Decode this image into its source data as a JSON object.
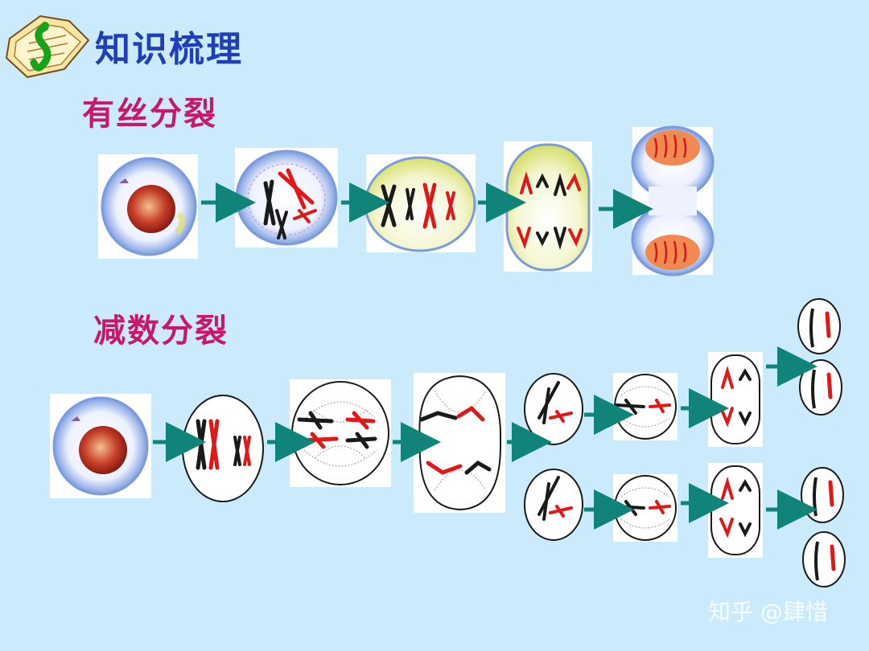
{
  "slide": {
    "title": "知识梳理",
    "mitosis_label": "有丝分裂",
    "meiosis_label": "减数分裂",
    "watermark": "知乎 @肆惜"
  },
  "colors": {
    "background": "#cbeafc",
    "title": "#1f3fb8",
    "section": "#c8186a",
    "arrow": "#11847a",
    "chromosome_red": "#e01818",
    "chromosome_black": "#1a1a1a"
  },
  "icons": [
    "notebook-logo-icon",
    "arrow-right-icon"
  ]
}
